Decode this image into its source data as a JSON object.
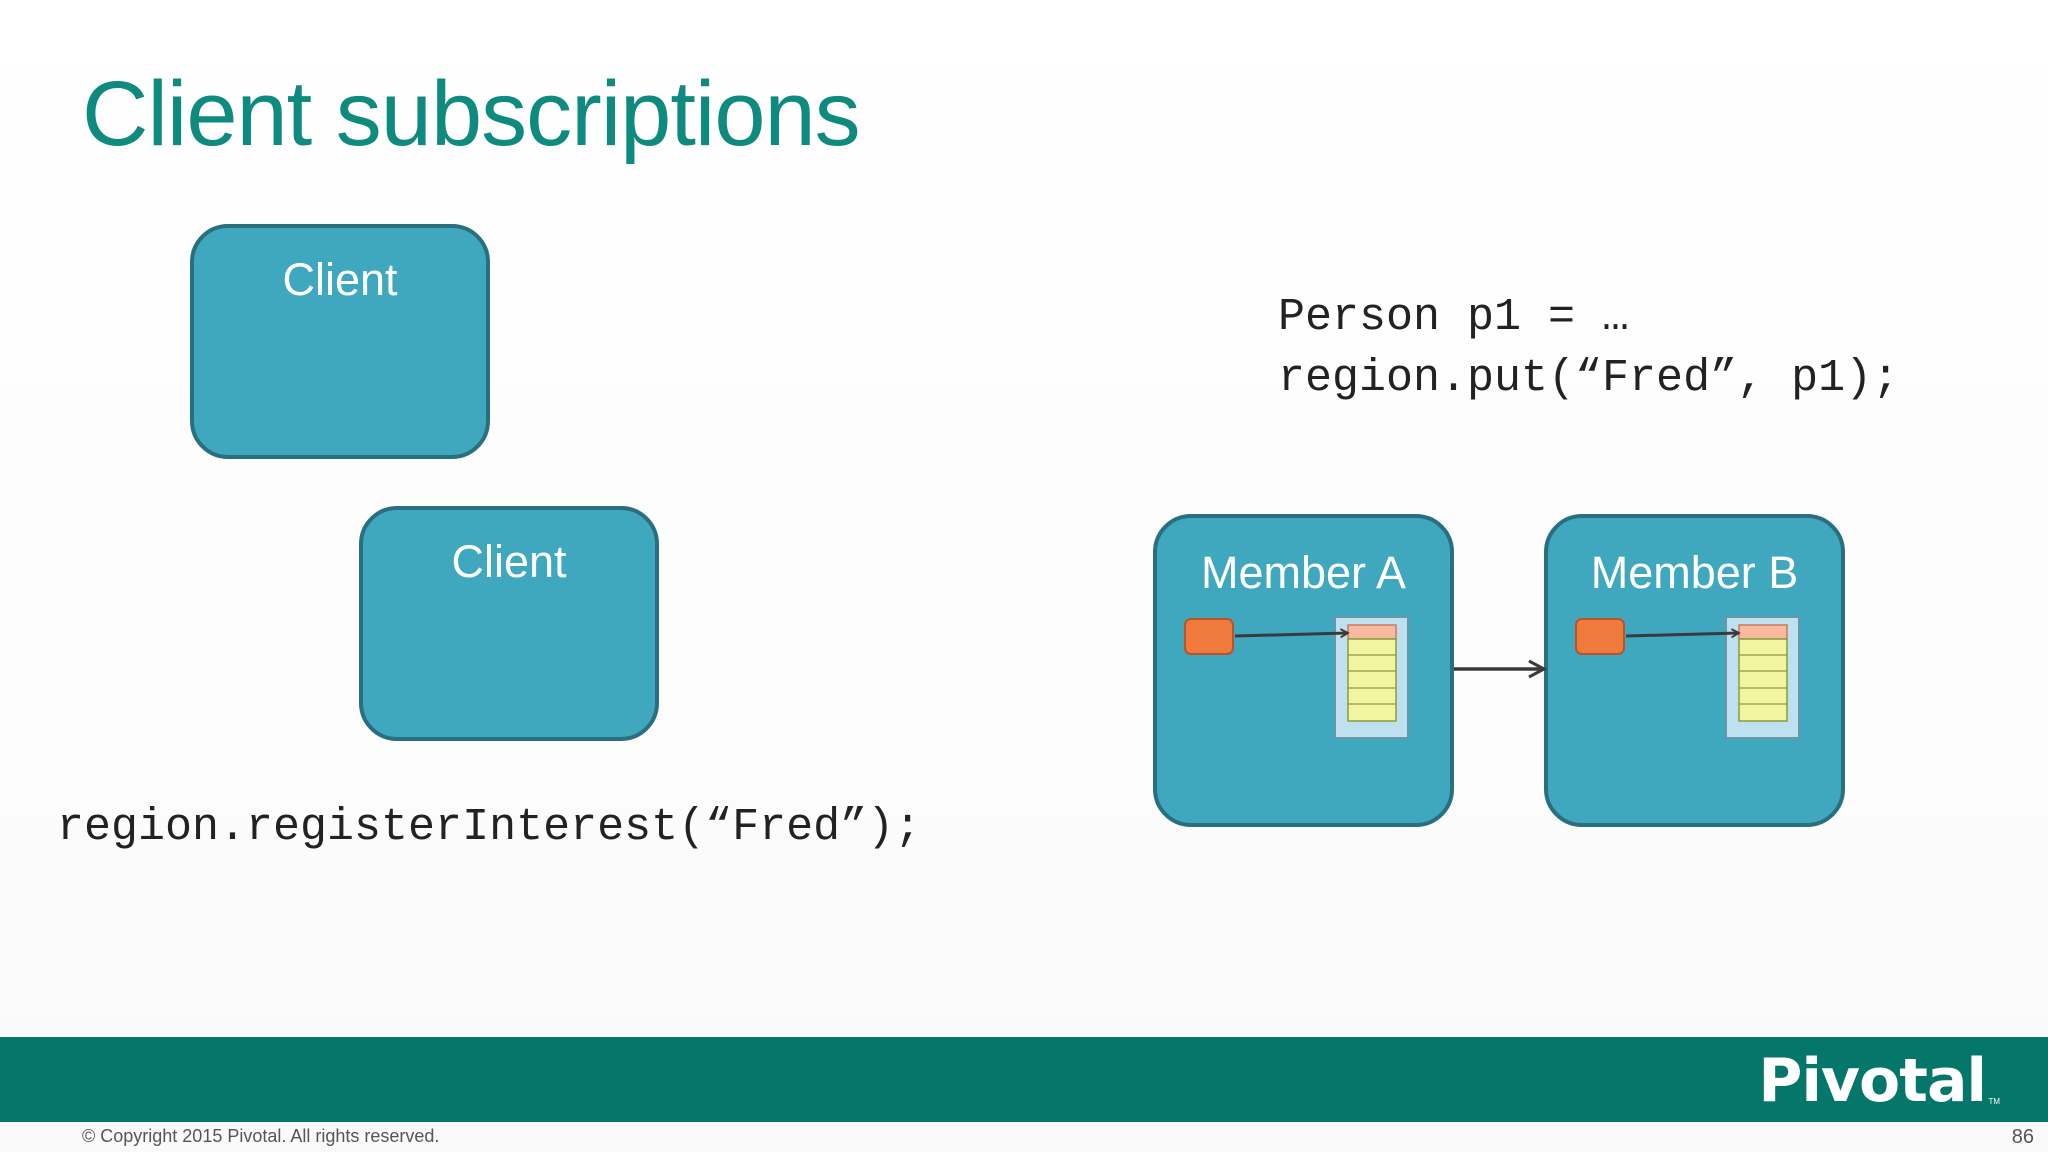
{
  "slide": {
    "title": "Client subscriptions",
    "clients": [
      {
        "label": "Client"
      },
      {
        "label": "Client"
      }
    ],
    "code_client": "region.registerInterest(“Fred”);",
    "code_server": [
      "Person p1 = …",
      "region.put(“Fred”, p1);"
    ],
    "members": [
      {
        "label": "Member A"
      },
      {
        "label": "Member B"
      }
    ]
  },
  "footer": {
    "logo": "Pivotal",
    "trademark": "TM",
    "copyright": "© Copyright 2015 Pivotal. All rights reserved.",
    "page_number": "86"
  },
  "colors": {
    "title": "#0e8a7e",
    "box_fill": "#3fa8bf",
    "box_border": "#2a6f80",
    "key_orange": "#f07a3c",
    "store_yellow": "#f2f5a0",
    "store_header": "#f7b9a0",
    "footer_bar": "#04766a"
  }
}
